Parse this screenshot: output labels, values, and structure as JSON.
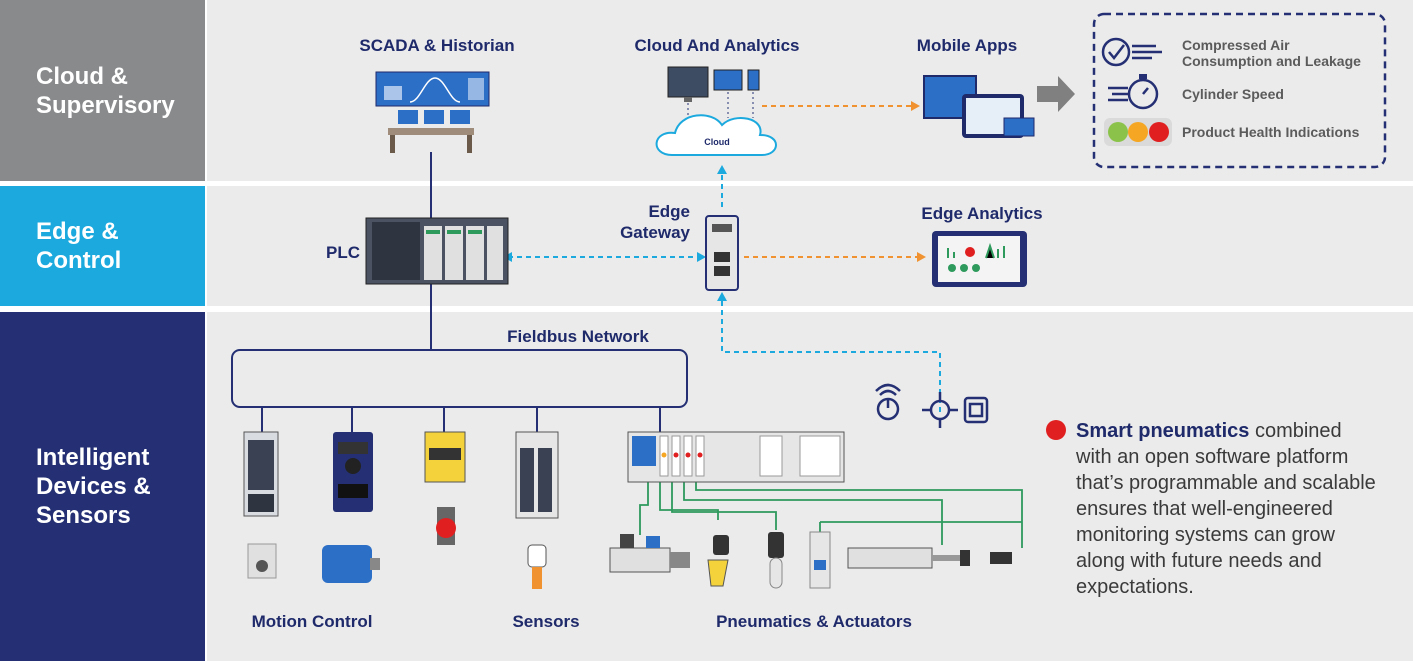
{
  "layers": [
    {
      "label_line1": "Cloud &",
      "label_line2": "Supervisory",
      "color": "#888a8c"
    },
    {
      "label_line1": "Edge &",
      "label_line2": "Control",
      "color": "#1ba9de"
    },
    {
      "label_line1": "Intelligent",
      "label_line2": "Devices &",
      "label_line3": "Sensors",
      "color": "#243073"
    }
  ],
  "nodes": {
    "scada": "SCADA & Historian",
    "cloud_analytics": "Cloud And Analytics",
    "cloud": "Cloud",
    "mobile": "Mobile Apps",
    "plc": "PLC",
    "edge_gateway_line1": "Edge",
    "edge_gateway_line2": "Gateway",
    "edge_analytics": "Edge Analytics",
    "fieldbus": "Fieldbus Network",
    "motion": "Motion Control",
    "sensors": "Sensors",
    "pneumatics": "Pneumatics & Actuators"
  },
  "legend": {
    "item1_line1": "Compressed Air",
    "item1_line2": "Consumption and Leakage",
    "item2": "Cylinder Speed",
    "item3": "Product Health Indications"
  },
  "note": {
    "bold": "Smart pneumatics",
    "rest": " combined with an open software platform that’s programmable and scalable ensures that well-engineered monitoring systems can grow along with future needs and expectations."
  },
  "colors": {
    "navy": "#243073",
    "accent_blue": "#1ba9de",
    "orange_link": "#f0922f",
    "green_wire": "#2e9a5c",
    "red_dot": "#e02020"
  }
}
